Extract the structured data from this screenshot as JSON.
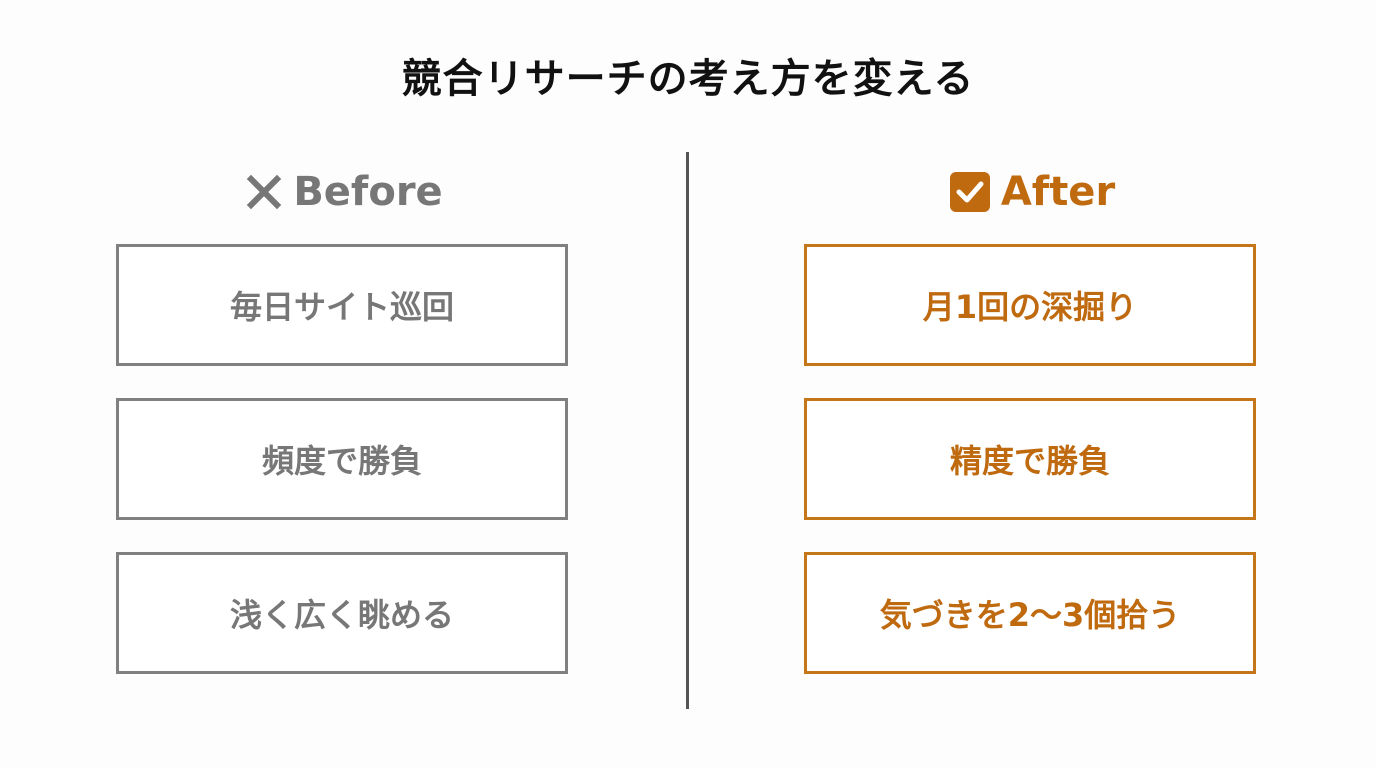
{
  "title": "競合リサーチの考え方を変える",
  "colors": {
    "before": "#777777",
    "before_border": "#808080",
    "after": "#c06a10",
    "after_border": "#c47618",
    "divider": "#555555",
    "title": "#111111"
  },
  "before": {
    "icon": "x-mark-icon",
    "label": "Before",
    "items": [
      {
        "label": "毎日サイト巡回"
      },
      {
        "label": "頻度で勝負"
      },
      {
        "label": "浅く広く眺める"
      }
    ]
  },
  "after": {
    "icon": "checkbox-checked-icon",
    "label": "After",
    "items": [
      {
        "label": "月1回の深掘り"
      },
      {
        "label": "精度で勝負"
      },
      {
        "label": "気づきを2〜3個拾う"
      }
    ]
  }
}
